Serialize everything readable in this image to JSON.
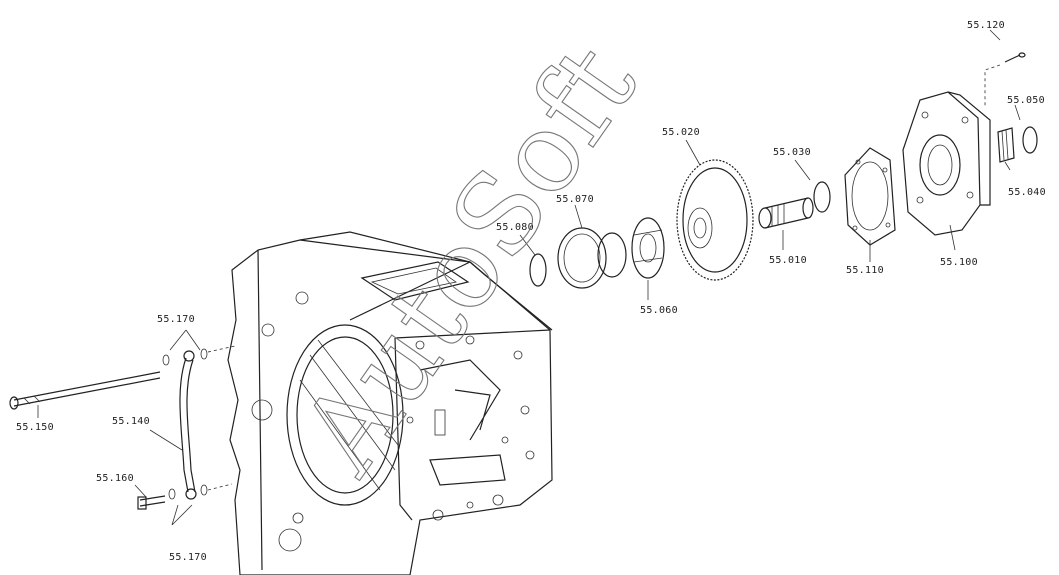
{
  "diagram": {
    "watermark": "AutoSoft",
    "parts": [
      {
        "id": "p120",
        "label": "55.120"
      },
      {
        "id": "p050",
        "label": "55.050"
      },
      {
        "id": "p040",
        "label": "55.040"
      },
      {
        "id": "p020",
        "label": "55.020"
      },
      {
        "id": "p030",
        "label": "55.030"
      },
      {
        "id": "p070",
        "label": "55.070"
      },
      {
        "id": "p080",
        "label": "55.080"
      },
      {
        "id": "p010",
        "label": "55.010"
      },
      {
        "id": "p110",
        "label": "55.110"
      },
      {
        "id": "p100",
        "label": "55.100"
      },
      {
        "id": "p060",
        "label": "55.060"
      },
      {
        "id": "p170a",
        "label": "55.170"
      },
      {
        "id": "p140",
        "label": "55.140"
      },
      {
        "id": "p150",
        "label": "55.150"
      },
      {
        "id": "p160",
        "label": "55.160"
      },
      {
        "id": "p170b",
        "label": "55.170"
      }
    ]
  }
}
